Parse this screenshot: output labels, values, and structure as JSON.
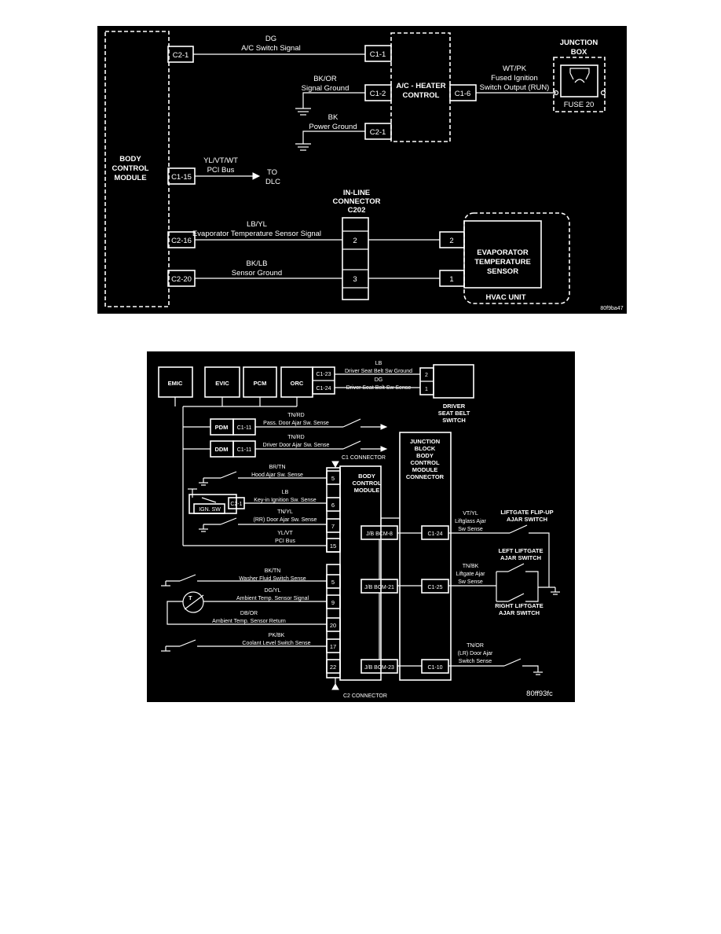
{
  "diagram1": {
    "bcm": [
      "BODY",
      "CONTROL",
      "MODULE"
    ],
    "heater": [
      "A/C - HEATER",
      "CONTROL"
    ],
    "junction_box": [
      "JUNCTION",
      "BOX"
    ],
    "fuse": "FUSE 20",
    "connectors": {
      "c2_1": "C2-1",
      "c1_1": "C1-1",
      "c1_2": "C1-2",
      "c2_1b": "C2-1",
      "c1_6": "C1-6",
      "c1_15": "C1-15",
      "c2_16": "C2-16",
      "c2_20": "C2-20",
      "pin2": "2",
      "pin3": "3",
      "pin2b": "2",
      "pin1": "1"
    },
    "wires": {
      "dg_color": "DG",
      "dg_name": "A/C Switch Signal",
      "bkor_color": "BK/OR",
      "bkor_name": "Signal Ground",
      "bk_color": "BK",
      "bk_name": "Power Ground",
      "wtpk": [
        "WT/PK",
        "Fused Ignition",
        "Switch Output (RUN)"
      ],
      "ylvtwt_color": "YL/VT/WT",
      "ylvtwt_name": "PCI Bus",
      "to_dlc": [
        "TO",
        "DLC"
      ],
      "lbyl_color": "LB/YL",
      "lbyl_name": "Evaporator Temperature Sensor Signal",
      "bklb_color": "BK/LB",
      "bklb_name": "Sensor Ground"
    },
    "inline_connector": [
      "IN-LINE",
      "CONNECTOR",
      "C202"
    ],
    "sensor": [
      "EVAPORATOR",
      "TEMPERATURE",
      "SENSOR"
    ],
    "hvac": "HVAC UNIT",
    "ref": "80f9ba47"
  },
  "diagram2": {
    "modules": {
      "emic": "EMIC",
      "evic": "EVIC",
      "pcm": "PCM",
      "orc": "ORC",
      "pdm": "PDM",
      "ddm": "DDM"
    },
    "connectors": {
      "c1_23": "C1-23",
      "c1_24a": "C1-24",
      "c1_11a": "C1-11",
      "c1_11b": "C1-11",
      "c2_1": "C2-1",
      "c1_24": "C1-24",
      "c1_25": "C1-25",
      "c1_10": "C1-10",
      "ds2": "2",
      "ds1": "1",
      "p5": "5",
      "p6": "6",
      "p7": "7",
      "p15": "15",
      "q5": "5",
      "q9": "9",
      "q20": "20",
      "q17": "17",
      "q22": "22",
      "jb8": "J/B BCM-8",
      "jb21": "J/B BCM-21",
      "jb23": "J/B BCM-23"
    },
    "wires": {
      "lb_color": "LB",
      "lb_name": "Driver Seat Belt Sw Ground",
      "dg_color": "DG",
      "dg_name": "Driver Seat Belt Sw Sense",
      "tnrd1_color": "TN/RD",
      "tnrd1_name": "Pass. Door Ajar Sw. Sense",
      "tnrd2_color": "TN/RD",
      "tnrd2_name": "Driver Door Ajar Sw. Sense",
      "brtn_color": "BR/TN",
      "brtn_name": "Hood Ajar Sw. Sense",
      "lb2_color": "LB",
      "lb2_name": "Key-in Ignition Sw. Sense",
      "tnyl_color": "TN/YL",
      "tnyl_name": "(RR) Door Ajar Sw. Sense",
      "ylvt_color": "YL/VT",
      "ylvt_name": "PCI Bus",
      "bktn_color": "BK/TN",
      "bktn_name": "Washer Fluid Switch Sense",
      "dgyl_color": "DG/YL",
      "dgyl_name": "Ambient Temp. Sensor Signal",
      "dbor_color": "DB/OR",
      "dbor_name": "Ambient Temp. Sensor Return",
      "pkbk_color": "PK/BK",
      "pkbk_name": "Coolant Level Switch Sense",
      "vtyl": [
        "VT/YL",
        "Liftglass Ajar",
        "Sw Sense"
      ],
      "tnbk": [
        "TN/BK",
        "Liftgate Ajar",
        "Sw Sense"
      ],
      "tnor": [
        "TN/OR",
        "(LR) Door Ajar",
        "Switch Sense"
      ]
    },
    "labels": {
      "driver_seat_belt": [
        "DRIVER",
        "SEAT BELT",
        "SWITCH"
      ],
      "c1_connector": "C1 CONNECTOR",
      "c2_connector": "C2 CONNECTOR",
      "ign_sw": "IGN. SW",
      "bcm": [
        "BODY",
        "CONTROL",
        "MODULE"
      ],
      "jb": [
        "JUNCTION",
        "BLOCK",
        "BODY",
        "CONTROL",
        "MODULE",
        "CONNECTOR"
      ],
      "liftgate_flip": [
        "LIFTGATE FLIP-UP",
        "AJAR SWITCH"
      ],
      "left_liftgate": [
        "LEFT LIFTGATE",
        "AJAR SWITCH"
      ],
      "right_liftgate": [
        "RIGHT LIFTGATE",
        "AJAR SWITCH"
      ],
      "thermistor": "T"
    },
    "ref": "80ff93fc"
  }
}
